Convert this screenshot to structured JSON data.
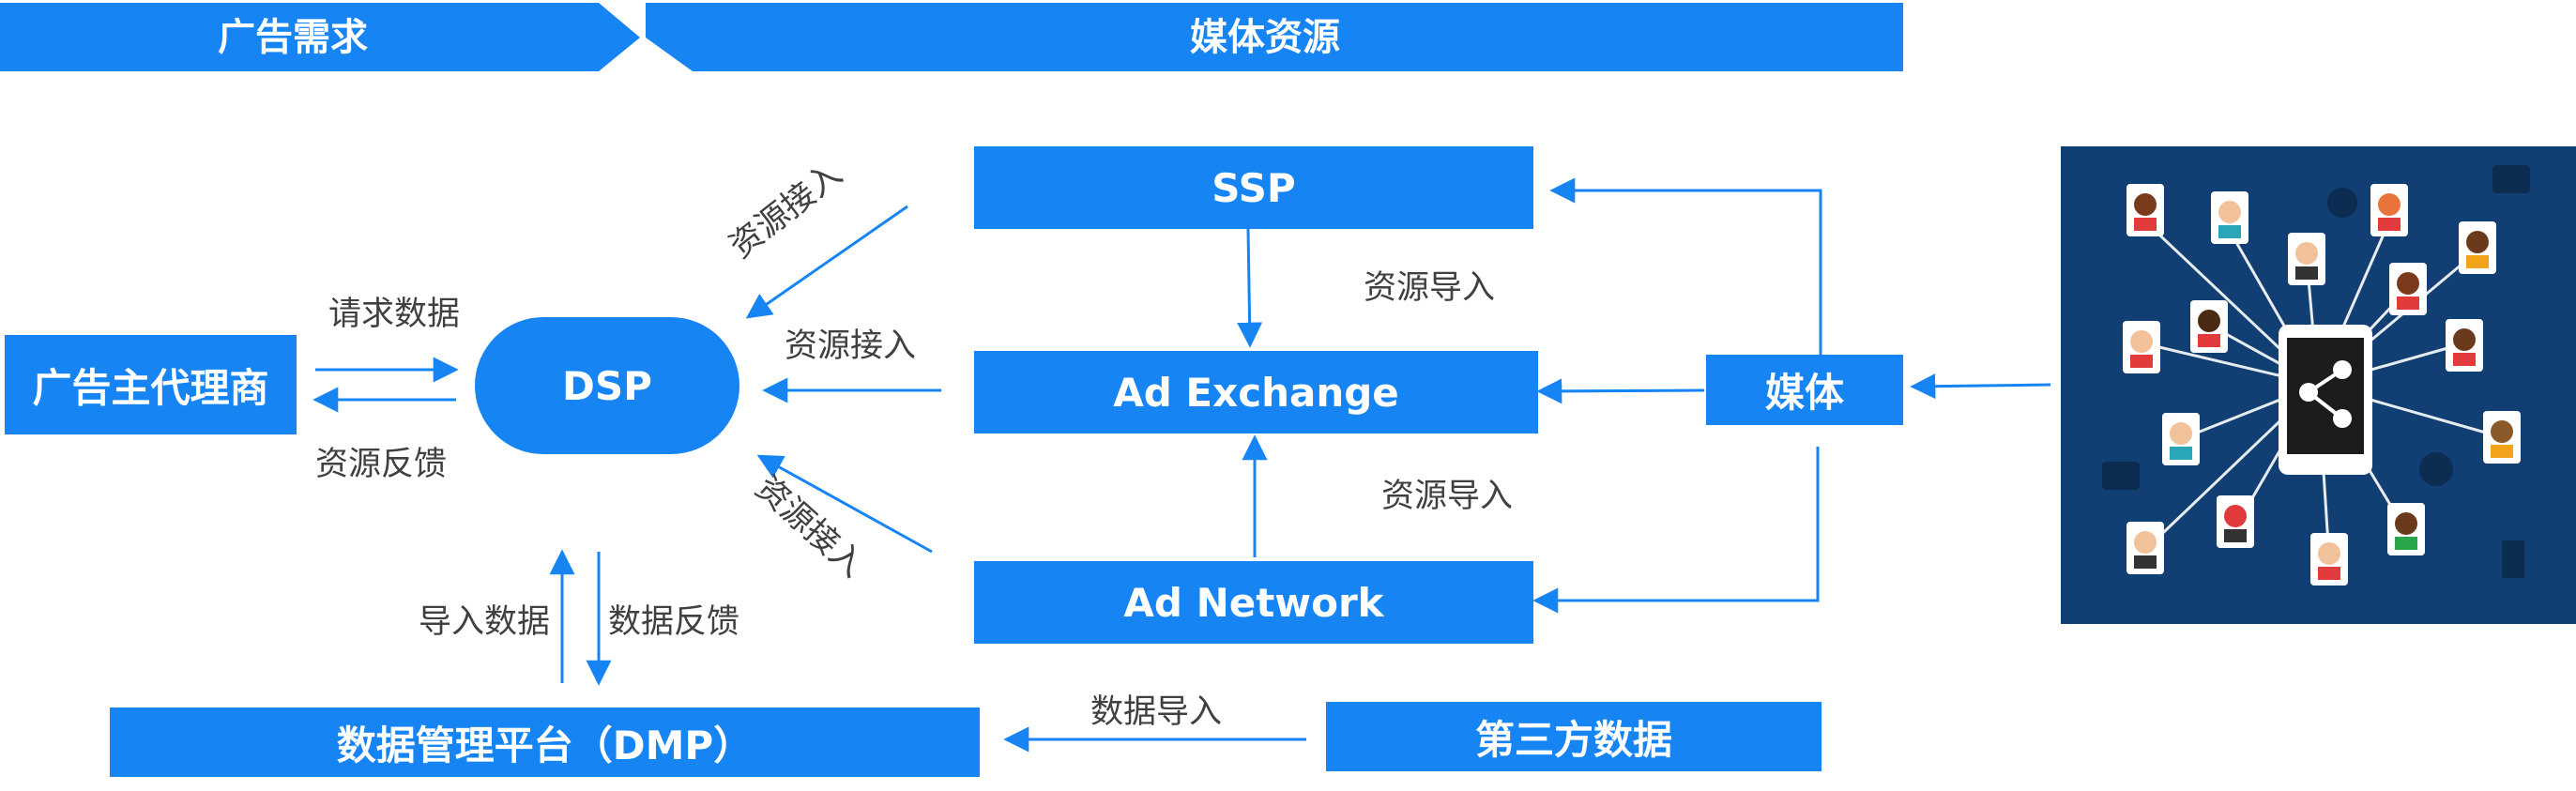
{
  "header": {
    "left_label": "广告需求",
    "right_label": "媒体资源"
  },
  "nodes": {
    "advertiser": "广告主代理商",
    "dsp": "DSP",
    "ssp": "SSP",
    "ad_exchange": "Ad Exchange",
    "ad_network": "Ad Network",
    "media": "媒体",
    "dmp": "数据管理平台（DMP）",
    "third_party": "第三方数据"
  },
  "edge_labels": {
    "request_data": "请求数据",
    "resource_feedback": "资源反馈",
    "resource_access_ssp": "资源接入",
    "resource_access_adx": "资源接入",
    "resource_access_network": "资源接入",
    "resource_import_ssp": "资源导入",
    "resource_import_network": "资源导入",
    "import_data": "导入数据",
    "data_feedback": "数据反馈",
    "data_import": "数据导入"
  },
  "colors": {
    "accent": "#1685F3",
    "line": "#1685F3",
    "label_text": "#404040",
    "media_panel": "#123F73"
  },
  "icons": {
    "media_illustration": "social-network-share-icon"
  }
}
